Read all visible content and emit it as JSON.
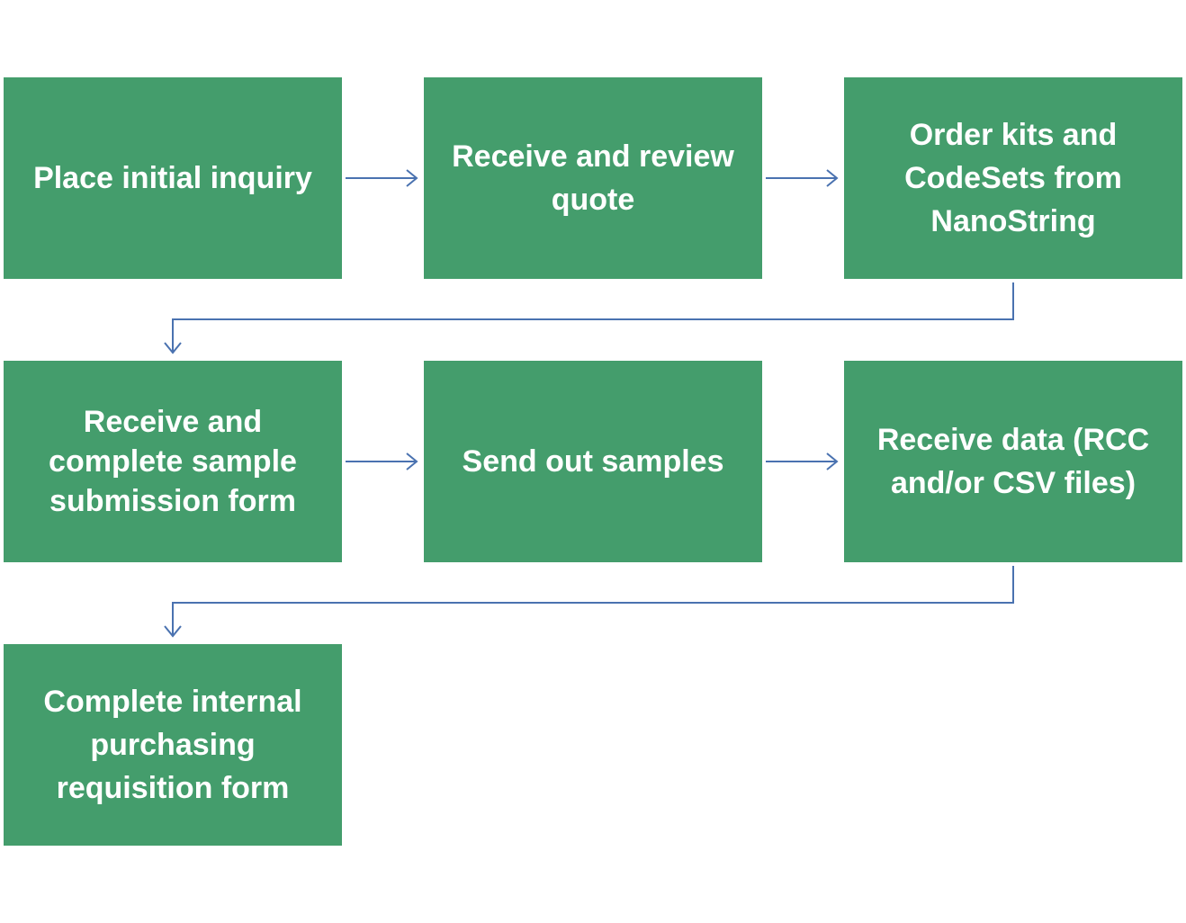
{
  "colors": {
    "box_fill": "#449d6c",
    "box_text": "#ffffff",
    "connector": "#4a72b0",
    "background": "#ffffff"
  },
  "steps": [
    {
      "label": "Place initial inquiry"
    },
    {
      "label": "Receive and review quote"
    },
    {
      "label": "Order kits and CodeSets from NanoString"
    },
    {
      "label": "Receive and complete sample submission form"
    },
    {
      "label": "Send out samples"
    },
    {
      "label": "Receive data (RCC and/or CSV files)"
    },
    {
      "label": "Complete internal purchasing requisition form"
    }
  ],
  "connectors": [
    {
      "from": 1,
      "to": 2
    },
    {
      "from": 2,
      "to": 3
    },
    {
      "from": 3,
      "to": 4
    },
    {
      "from": 4,
      "to": 5
    },
    {
      "from": 5,
      "to": 6
    },
    {
      "from": 6,
      "to": 7
    }
  ]
}
